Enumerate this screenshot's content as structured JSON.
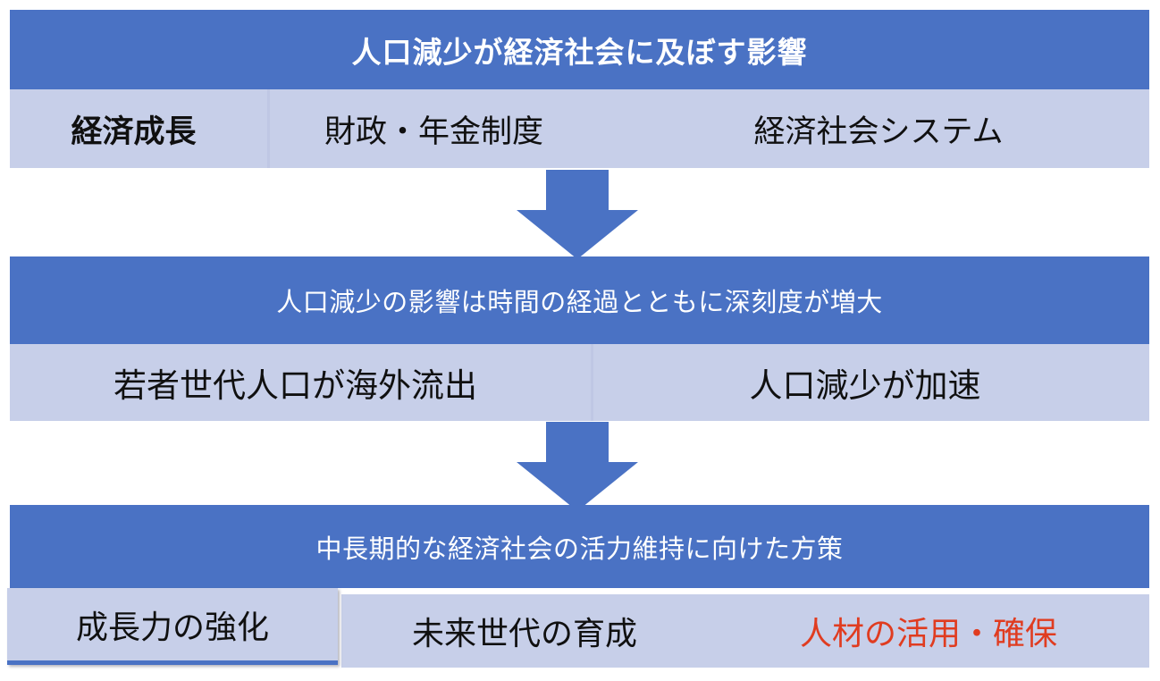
{
  "diagram": {
    "title": "人口減少が経済社会に及ぼす影響",
    "colors": {
      "primary_blue": "#4A72C4",
      "light_blue": "#C7CFE9",
      "divider": "#BFC7E4",
      "accent_red": "#E03C20",
      "header_text": "#FFFFFF",
      "body_text": "#101010",
      "background": "#FFFFFF"
    },
    "blocks": [
      {
        "header": "人口減少が経済社会に及ぼす影響",
        "items": [
          {
            "label": "経済成長",
            "emphasis": "bold"
          },
          {
            "label": "財政・年金制度",
            "emphasis": "normal"
          },
          {
            "label": "経済社会システム",
            "emphasis": "normal"
          }
        ]
      },
      {
        "header": "人口減少の影響は時間の経過とともに深刻度が増大",
        "items": [
          {
            "label": "若者世代人口が海外流出",
            "emphasis": "normal"
          },
          {
            "label": "人口減少が加速",
            "emphasis": "normal"
          }
        ]
      },
      {
        "header": "中長期的な経済社会の活力維持に向けた方策",
        "items": [
          {
            "label": "成長力の強化",
            "emphasis": "highlighted"
          },
          {
            "label": "未来世代の育成",
            "emphasis": "normal"
          },
          {
            "label": "人材の活用・確保",
            "emphasis": "red"
          }
        ]
      }
    ],
    "connectors": [
      {
        "name": "down-arrow-1",
        "direction": "down"
      },
      {
        "name": "down-arrow-2",
        "direction": "down"
      }
    ]
  }
}
